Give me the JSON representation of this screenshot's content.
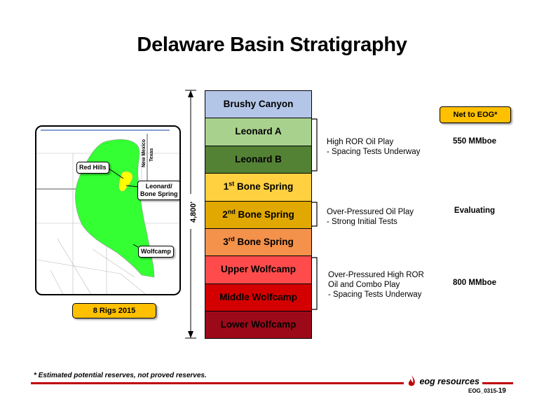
{
  "title": "Delaware Basin Stratigraphy",
  "map": {
    "state_labels": [
      "New Mexico",
      "Texas"
    ],
    "labels": {
      "red_hills": "Red Hills",
      "leonard_bone_spring_line1": "Leonard/",
      "leonard_bone_spring_line2": "Bone Spring",
      "wolfcamp": "Wolfcamp"
    },
    "rigs": "8 Rigs 2015"
  },
  "column": {
    "thickness": "4,800'",
    "layers": [
      {
        "name": "Brushy Canyon",
        "color": "#b4c6e7"
      },
      {
        "name": "Leonard A",
        "color": "#a9d18e"
      },
      {
        "name": "Leonard B",
        "color": "#548235"
      },
      {
        "prefix": "1",
        "sup": "st",
        "name": " Bone Spring",
        "color": "#ffd040"
      },
      {
        "prefix": "2",
        "sup": "nd",
        "name": " Bone Spring",
        "color": "#e0a800"
      },
      {
        "prefix": "3",
        "sup": "rd",
        "name": " Bone Spring",
        "color": "#f4914a"
      },
      {
        "name": "Upper Wolfcamp",
        "color": "#ff4b4b"
      },
      {
        "name": "Middle Wolfcamp",
        "color": "#d40000"
      },
      {
        "name": "Lower Wolfcamp",
        "color": "#9c0a1a"
      }
    ]
  },
  "net_header": "Net to EOG*",
  "plays": [
    {
      "line1": "High ROR Oil Play",
      "line2": "-  Spacing Tests Underway",
      "reserve": "550 MMboe"
    },
    {
      "line1": "Over-Pressured Oil Play",
      "line2": "-  Strong Initial Tests",
      "reserve": "Evaluating"
    },
    {
      "line1": "Over-Pressured High ROR",
      "line2": "Oil and Combo Play",
      "line3": "- Spacing Tests Underway",
      "reserve": "800 MMboe"
    }
  ],
  "footnote": "* Estimated potential reserves, not proved reserves.",
  "logo": "eog resources",
  "page": {
    "prefix": "EOG_0315-",
    "number": "19"
  },
  "colors": {
    "accent_red": "#c00000",
    "highlight": "#ffc000",
    "map_green": "#33ff33",
    "map_yellow": "#ffff00"
  }
}
